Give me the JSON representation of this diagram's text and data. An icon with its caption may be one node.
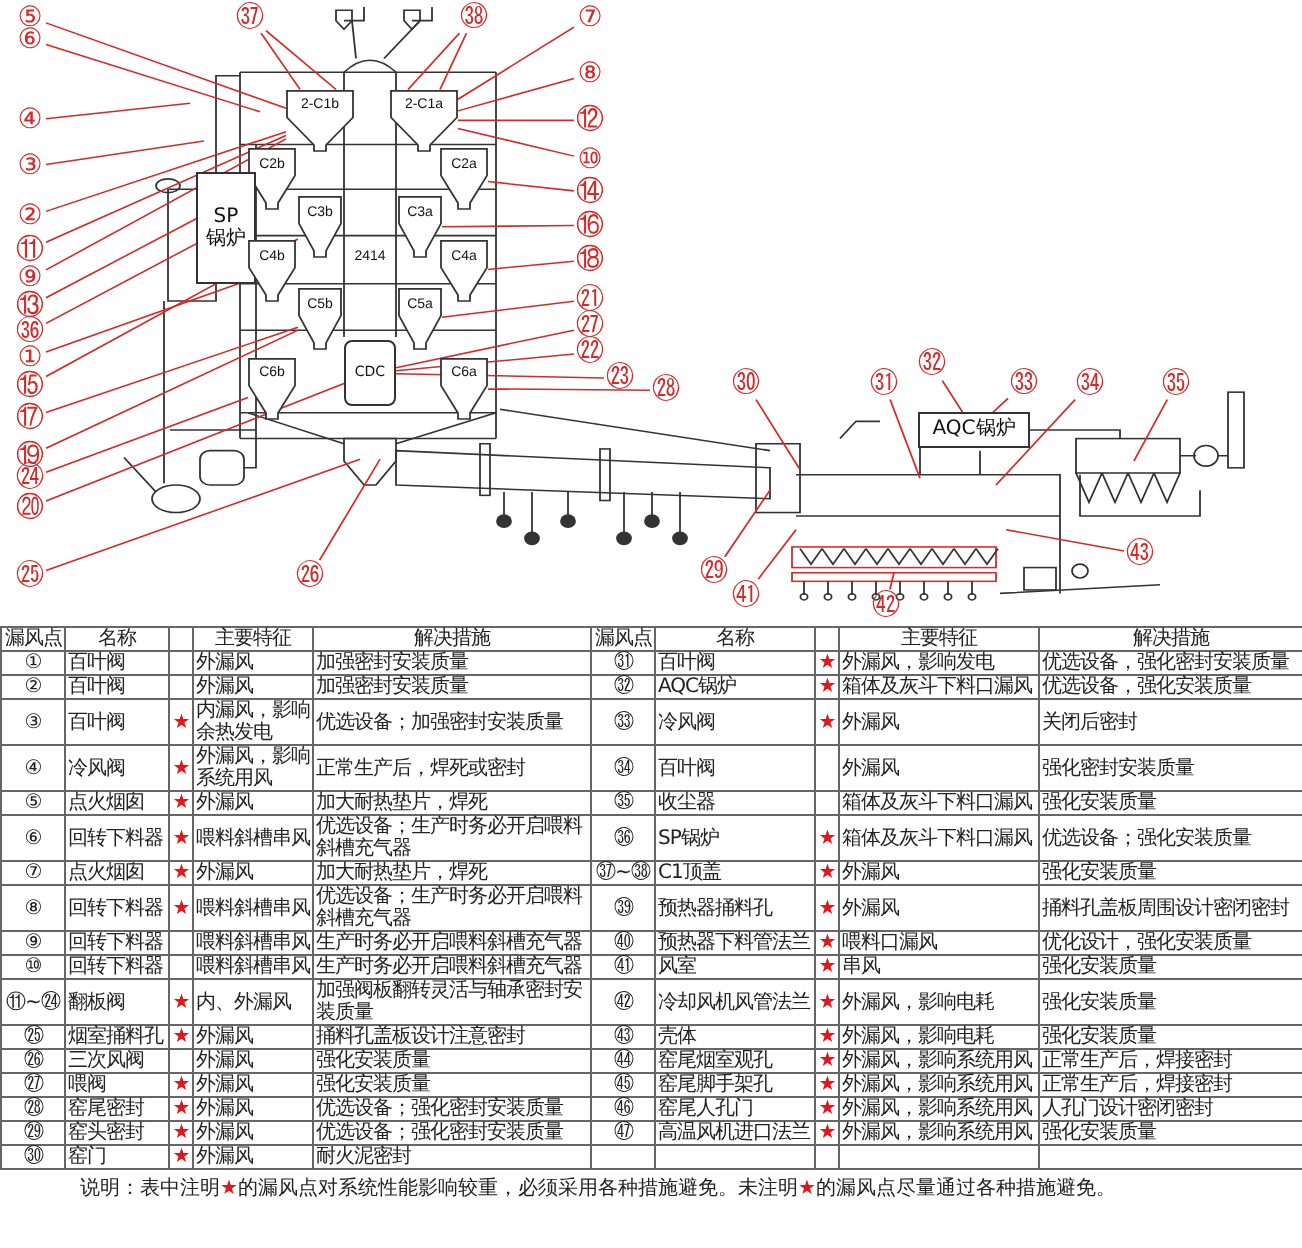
{
  "diagram": {
    "nodes": [
      {
        "text": [
          "⑤"
        ]
      },
      {
        "text": [
          "⑥"
        ]
      },
      {
        "text": [
          "④"
        ]
      },
      {
        "text": [
          "③"
        ]
      },
      {
        "text": [
          "②"
        ]
      },
      {
        "text": [
          "⑪"
        ]
      },
      {
        "text": [
          "⑨"
        ]
      },
      {
        "text": [
          "⑬"
        ]
      },
      {
        "text": [
          "㊱"
        ]
      },
      {
        "text": [
          "①"
        ]
      },
      {
        "text": [
          "⑮"
        ]
      },
      {
        "text": [
          "⑰"
        ]
      },
      {
        "text": [
          "⑲"
        ]
      },
      {
        "text": [
          "㉔"
        ]
      },
      {
        "text": [
          "⑳"
        ]
      },
      {
        "text": [
          "㉕"
        ]
      },
      {
        "text": [
          "㉖"
        ]
      },
      {
        "text": [
          "㊲"
        ]
      },
      {
        "text": [
          "㊳"
        ]
      },
      {
        "text": [
          "⑦"
        ]
      },
      {
        "text": [
          "⑧"
        ]
      },
      {
        "text": [
          "⑫"
        ]
      },
      {
        "text": [
          "⑩"
        ]
      },
      {
        "text": [
          "⑭"
        ]
      },
      {
        "text": [
          "⑯"
        ]
      },
      {
        "text": [
          "⑱"
        ]
      },
      {
        "text": [
          "㉑"
        ]
      },
      {
        "text": [
          "㉗"
        ]
      },
      {
        "text": [
          "㉒"
        ]
      },
      {
        "text": [
          "㉓"
        ]
      },
      {
        "text": [
          "㉘"
        ]
      },
      {
        "text": [
          "㉚"
        ]
      },
      {
        "text": [
          "㉛"
        ]
      },
      {
        "text": [
          "㉜"
        ]
      },
      {
        "text": [
          "㉝"
        ]
      },
      {
        "text": [
          "㉞"
        ]
      },
      {
        "text": [
          "㉟"
        ]
      },
      {
        "text": [
          "㊸"
        ]
      },
      {
        "text": [
          "㉙"
        ]
      },
      {
        "text": [
          "㊶"
        ]
      },
      {
        "text": [
          "㊷"
        ]
      },
      {
        "text": [
          "2-C1b"
        ]
      },
      {
        "text": [
          "2-C1a"
        ]
      },
      {
        "text": [
          "C2b"
        ]
      },
      {
        "text": [
          "C2a"
        ]
      },
      {
        "text": [
          "C3b"
        ]
      },
      {
        "text": [
          "C3a"
        ]
      },
      {
        "text": [
          "SP锅炉"
        ]
      },
      {
        "text": [
          "C4b"
        ]
      },
      {
        "text": [
          "C4a"
        ]
      },
      {
        "text": [
          "C5b"
        ]
      },
      {
        "text": [
          "C5a"
        ]
      },
      {
        "text": [
          "C6b"
        ]
      },
      {
        "text": [
          "CDC"
        ]
      },
      {
        "text": [
          "C6a"
        ]
      },
      {
        "text": [
          "AQC锅炉"
        ]
      }
    ],
    "edges": [
      {
        "from": 0,
        "to": 41,
        "arrow": "none"
      },
      {
        "from": 1,
        "to": null,
        "arrow": "none"
      },
      {
        "from": 2,
        "to": null,
        "arrow": "none"
      },
      {
        "from": 3,
        "to": null,
        "arrow": "none"
      },
      {
        "from": 4,
        "to": 41,
        "arrow": "none"
      },
      {
        "from": 5,
        "to": 41,
        "arrow": "none"
      },
      {
        "from": 6,
        "to": 41,
        "arrow": "none"
      },
      {
        "from": 7,
        "to": 43,
        "arrow": "none"
      },
      {
        "from": 8,
        "to": 47,
        "arrow": "none"
      },
      {
        "from": 9,
        "to": 48,
        "arrow": "none"
      },
      {
        "from": 10,
        "to": 45,
        "arrow": "none"
      },
      {
        "from": 11,
        "to": 50,
        "arrow": "none"
      },
      {
        "from": 12,
        "to": 50,
        "arrow": "none"
      },
      {
        "from": 13,
        "to": 52,
        "arrow": "none"
      },
      {
        "from": 14,
        "to": 53,
        "arrow": "none"
      },
      {
        "from": 15,
        "to": null,
        "arrow": "none"
      },
      {
        "from": 16,
        "to": null,
        "arrow": "none"
      },
      {
        "from": 17,
        "to": 41,
        "arrow": "none"
      },
      {
        "from": 17,
        "to": 41,
        "arrow": "none"
      },
      {
        "from": 18,
        "to": 42,
        "arrow": "none"
      },
      {
        "from": 18,
        "to": 42,
        "arrow": "none"
      },
      {
        "from": 19,
        "to": 42,
        "arrow": "none"
      },
      {
        "from": 20,
        "to": 42,
        "arrow": "none"
      },
      {
        "from": 21,
        "to": 42,
        "arrow": "none"
      },
      {
        "from": 22,
        "to": 42,
        "arrow": "none"
      },
      {
        "from": 23,
        "to": 44,
        "arrow": "none"
      },
      {
        "from": 24,
        "to": 46,
        "arrow": "none"
      },
      {
        "from": 25,
        "to": 49,
        "arrow": "none"
      },
      {
        "from": 26,
        "to": 51,
        "arrow": "none"
      },
      {
        "from": 27,
        "to": 53,
        "arrow": "none"
      },
      {
        "from": 28,
        "to": 53,
        "arrow": "none"
      },
      {
        "from": 29,
        "to": 53,
        "arrow": "none"
      },
      {
        "from": 30,
        "to": 54,
        "arrow": "none"
      },
      {
        "from": 31,
        "to": null,
        "arrow": "none"
      },
      {
        "from": 32,
        "to": null,
        "arrow": "none"
      },
      {
        "from": 33,
        "to": 55,
        "arrow": "none"
      },
      {
        "from": 34,
        "to": 55,
        "arrow": "none"
      },
      {
        "from": 35,
        "to": null,
        "arrow": "none"
      },
      {
        "from": 36,
        "to": null,
        "arrow": "none"
      },
      {
        "from": 37,
        "to": null,
        "arrow": "none"
      },
      {
        "from": 38,
        "to": null,
        "arrow": "none"
      },
      {
        "from": 39,
        "to": null,
        "arrow": "none"
      },
      {
        "from": 40,
        "to": null,
        "arrow": "none"
      }
    ],
    "labels": [
      "2414",
      "漏风点",
      "名称",
      "主要特征",
      "解决措施",
      "漏风点",
      "名称",
      "主要特征",
      "解决措施",
      "①",
      "百叶阀",
      "外漏风",
      "加强密封安装质量",
      "㉛",
      "百叶阀",
      "★",
      "外漏风，影响发电",
      "优选设备，强化密封安装质量",
      "②",
      "百叶阀",
      "外漏风",
      "加强密封安装质量",
      "㉜",
      "AQC锅炉",
      "★",
      "箱体及灰斗下料口漏风",
      "优选设备，强化安装质量",
      "③",
      "百叶阀",
      "★",
      "内漏风，影响余热发电",
      "优选设备；加强密封安装质量",
      "㉝",
      "冷风阀",
      "★",
      "外漏风",
      "关闭后密封",
      "④",
      "冷风阀",
      "★",
      "外漏风，影响系统用风",
      "正常生产后，焊死或密封",
      "㉞",
      "百叶阀",
      "外漏风",
      "强化密封安装质量",
      "⑤",
      "点火烟囱",
      "★",
      "外漏风",
      "加大耐热垫片，焊死",
      "㉟",
      "收尘器",
      "箱体及灰斗下料口漏风",
      "强化安装质量",
      "⑥",
      "回转下料器",
      "★",
      "喂料斜槽串风",
      "优选设备；生产时务必开启喂料斜槽充气器",
      "㊱",
      "SP锅炉",
      "★",
      "箱体及灰斗下料口漏风",
      "优选设备；强化安装质量",
      "⑦",
      "点火烟囱",
      "★",
      "外漏风",
      "加大耐热垫片，焊死",
      "㊲~㊳",
      "C1顶盖",
      "★",
      "外漏风",
      "强化安装质量",
      "⑧",
      "回转下料器",
      "★",
      "喂料斜槽串风",
      "优选设备；生产时务必开启喂料斜槽充气器",
      "㊴",
      "预热器捅料孔",
      "★",
      "外漏风",
      "捅料孔盖板周围设计密闭密封",
      "⑨",
      "回转下料器",
      "喂料斜槽串风",
      "生产时务必开启喂料斜槽充气器",
      "㊵",
      "预热器下料管法兰",
      "★",
      "喂料口漏风",
      "优化设计，强化安装质量",
      "⑩",
      "回转下料器",
      "喂料斜槽串风",
      "生产时务必开启喂料斜槽充气器",
      "㊶",
      "风室",
      "★",
      "串风",
      "强化安装质量",
      "⑪~㉔",
      "翻板阀",
      "★",
      "内、外漏风",
      "加强阀板翻转灵活与轴承密封安装质量",
      "㊷",
      "冷却风机风管法兰",
      "★",
      "外漏风，影响电耗",
      "强化安装质量",
      "㉕",
      "烟室捅料孔",
      "★",
      "外漏风",
      "捅料孔盖板设计注意密封",
      "㊸",
      "壳体",
      "★",
      "外漏风，影响电耗",
      "强化安装质量",
      "㉖",
      "三次风阀",
      "外漏风",
      "强化安装质量",
      "㊹",
      "窑尾烟室观孔",
      "★",
      "外漏风，影响系统用风",
      "正常生产后，焊接密封",
      "㉗",
      "喂阀",
      "★",
      "外漏风",
      "强化安装质量",
      "㊺",
      "窑尾脚手架孔",
      "★",
      "外漏风，影响系统用风",
      "正常生产后，焊接密封",
      "㉘",
      "窑尾密封",
      "★",
      "外漏风",
      "优选设备；强化密封安装质量",
      "㊻",
      "窑尾人孔门",
      "★",
      "外漏风，影响系统用风",
      "人孔门设计密闭密封",
      "㉙",
      "窑头密封",
      "★",
      "外漏风",
      "优选设备；强化密封安装质量",
      "㊼",
      "高温风机进口法兰",
      "★",
      "外漏风，影响系统用风",
      "强化安装质量",
      "㉚",
      "窑门",
      "★",
      "外漏风",
      "耐火泥密封",
      "说明：表中注明",
      "★",
      "的漏风点对系统性能影响较重，必须采用各种措施避免。未注明",
      "★",
      "的漏风点尽量通过各种措施避免。"
    ]
  }
}
